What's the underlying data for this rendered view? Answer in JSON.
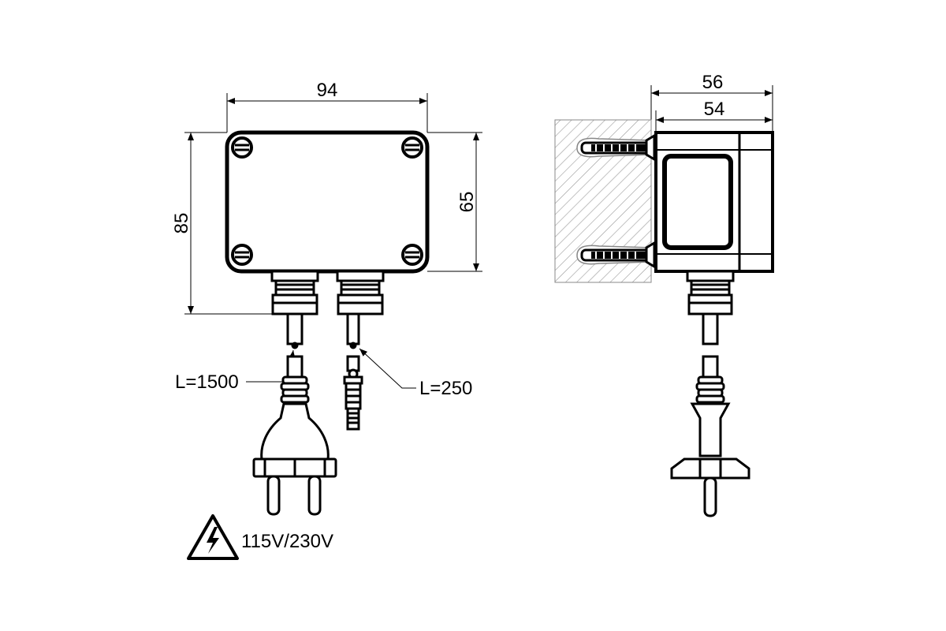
{
  "front_view": {
    "width_dim": "94",
    "height_outer_dim": "85",
    "height_body_dim": "65",
    "cable_power_length": "L=1500",
    "cable_signal_length": "L=250"
  },
  "side_view": {
    "depth_outer_dim": "56",
    "depth_body_dim": "54"
  },
  "voltage_label": "115V/230V",
  "icons": [
    "high-voltage-warning-icon",
    "power-plug-icon",
    "connector-plug-icon",
    "wall-dowel-icon"
  ]
}
